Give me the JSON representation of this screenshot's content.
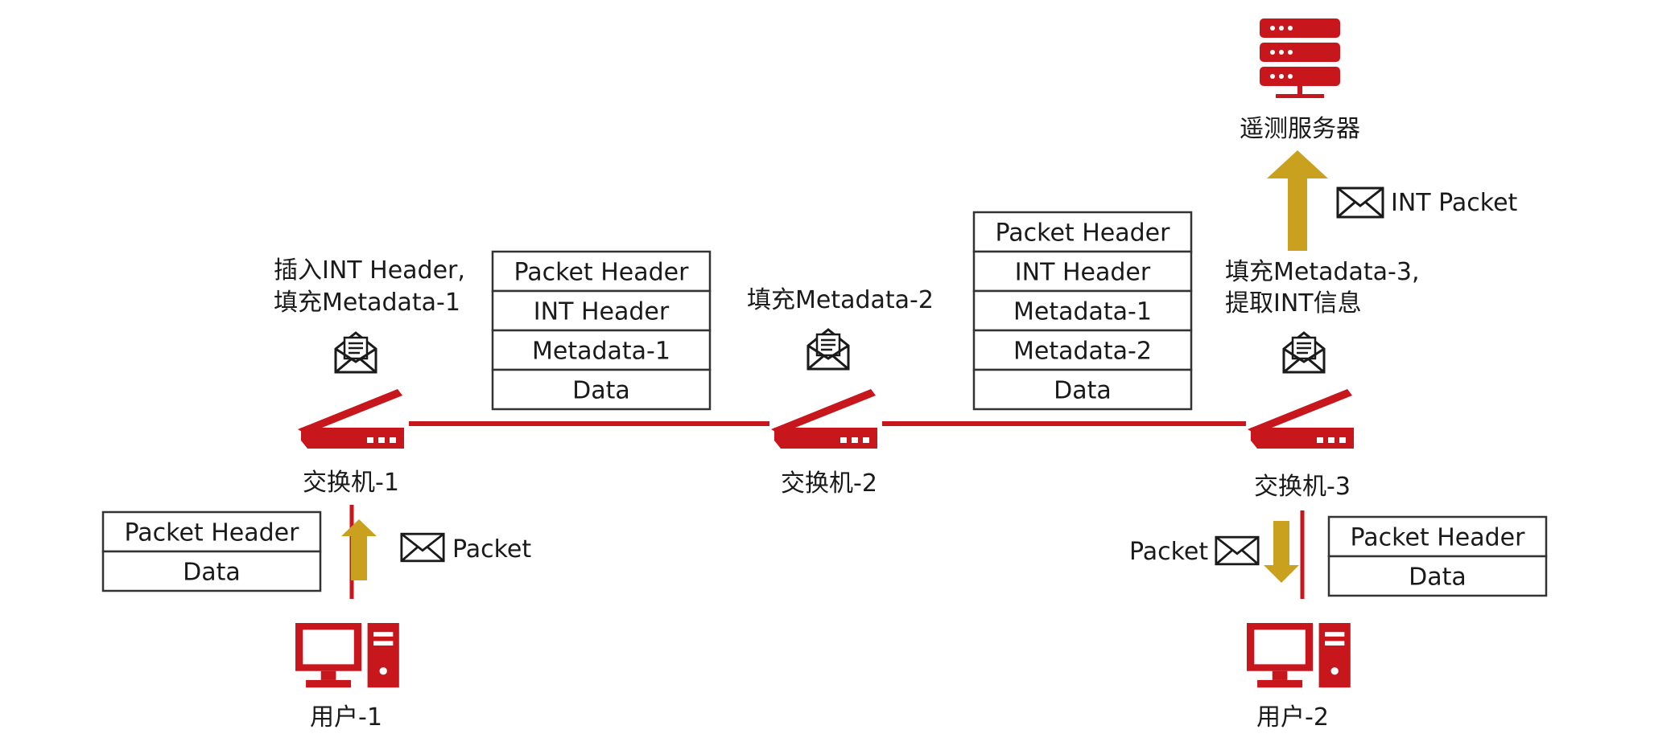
{
  "colors": {
    "device": "#c8161d",
    "arrow": "#c9a11f",
    "link": "#c8161d",
    "box_border": "#333333"
  },
  "server": {
    "label": "遥测服务器",
    "icon": "server-rack-icon"
  },
  "int_packet": {
    "label": "INT Packet",
    "icon": "envelope-icon"
  },
  "switches": [
    {
      "label": "交换机-1",
      "note_line1": "插入INT Header,",
      "note_line2": "填充Metadata-1",
      "icon": "switch-icon"
    },
    {
      "label": "交换机-2",
      "note_line1": "填充Metadata-2",
      "icon": "switch-icon"
    },
    {
      "label": "交换机-3",
      "note_line1": "填充Metadata-3,",
      "note_line2": "提取INT信息",
      "icon": "switch-icon"
    }
  ],
  "users": [
    {
      "label": "用户-1",
      "icon": "desktop-computer-icon"
    },
    {
      "label": "用户-2",
      "icon": "desktop-computer-icon"
    }
  ],
  "packets": {
    "in_label": "Packet",
    "out_label": "Packet",
    "stack_in": [
      "Packet Header",
      "Data"
    ],
    "stack_link1": [
      "Packet Header",
      "INT Header",
      "Metadata-1",
      "Data"
    ],
    "stack_link2": [
      "Packet Header",
      "INT Header",
      "Metadata-1",
      "Metadata-2",
      "Data"
    ],
    "stack_out": [
      "Packet Header",
      "Data"
    ]
  }
}
